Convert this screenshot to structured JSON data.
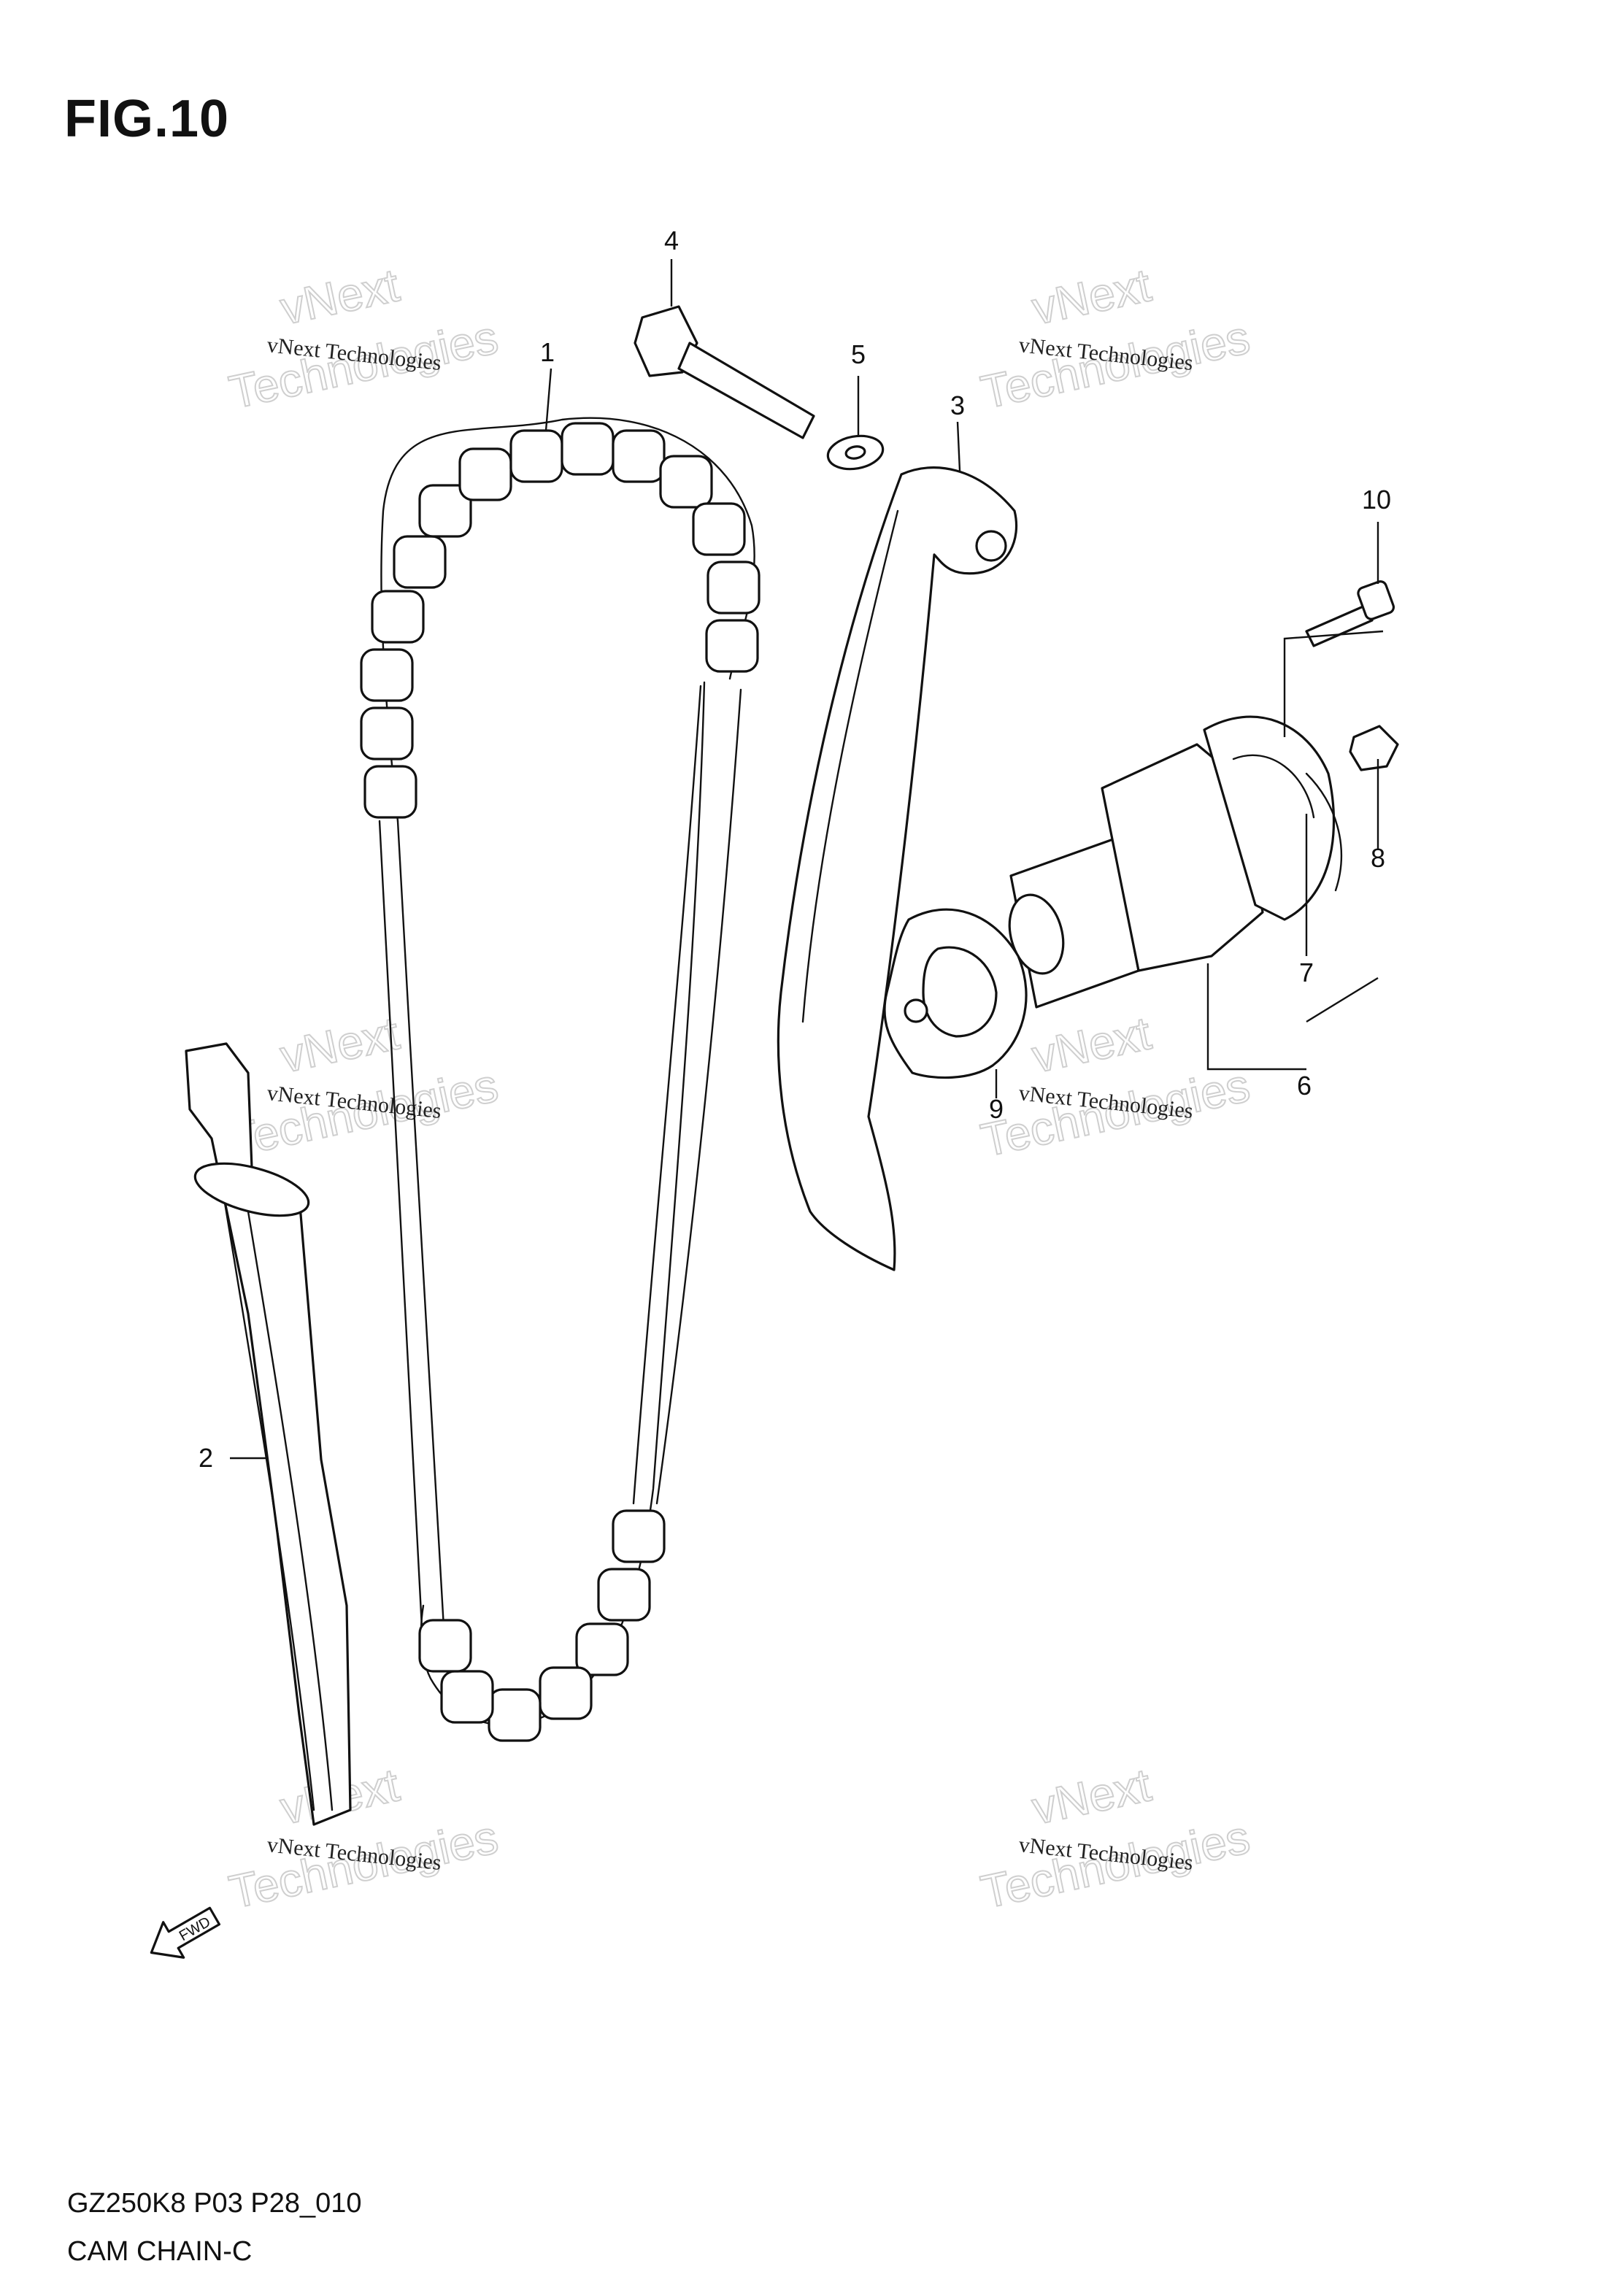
{
  "figure": {
    "title": "FIG.10"
  },
  "footer": {
    "code": "GZ250K8 P03 P28_010",
    "name": "CAM CHAIN-C"
  },
  "callouts": [
    "1",
    "2",
    "3",
    "4",
    "5",
    "6",
    "7",
    "8",
    "9",
    "10"
  ],
  "watermark": {
    "line1": "vNext Technologies",
    "line2": "vNext",
    "line3": "Technologies"
  },
  "fwd_arrow": {
    "label": "FWD"
  }
}
